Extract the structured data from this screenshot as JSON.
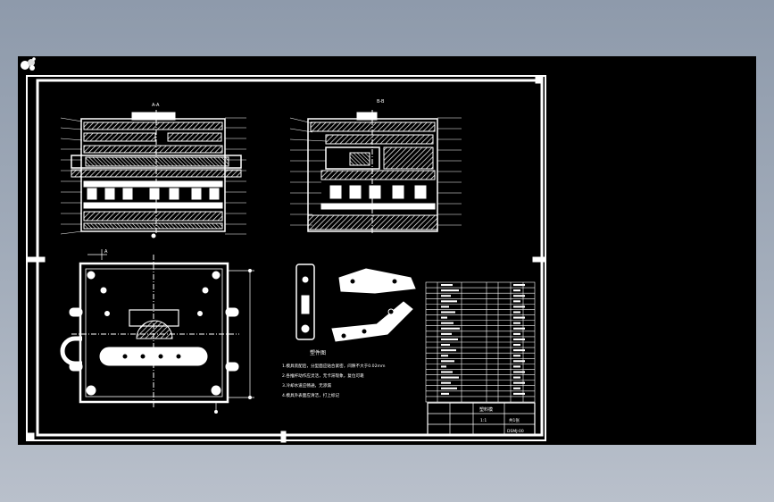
{
  "viewer": {
    "background": "#000000",
    "line_color": "#ffffff",
    "hatch_color": "#ffffff"
  },
  "drawing": {
    "view_labels": {
      "section_a": "A-A",
      "section_b": "B-B",
      "arrow_a": "A"
    },
    "part_caption": "塑件图",
    "tech_requirements": [
      "1.模具装配后，分型面应贴合紧密，间隙不大于0.02mm",
      "2.各推杆动作应灵活，无卡滞现象，复位可靠",
      "3.冷却水道应畅通，无渗漏",
      "4.模具外表面应清洁，打上标记"
    ],
    "title_block": {
      "part_name": "塑料模",
      "drawing_no": "DSMJ-00",
      "scale": "1:1",
      "sheet": "共1张"
    },
    "bom_rows": 22
  },
  "toolbar": {
    "nav_icon": "view-cube-icon"
  }
}
